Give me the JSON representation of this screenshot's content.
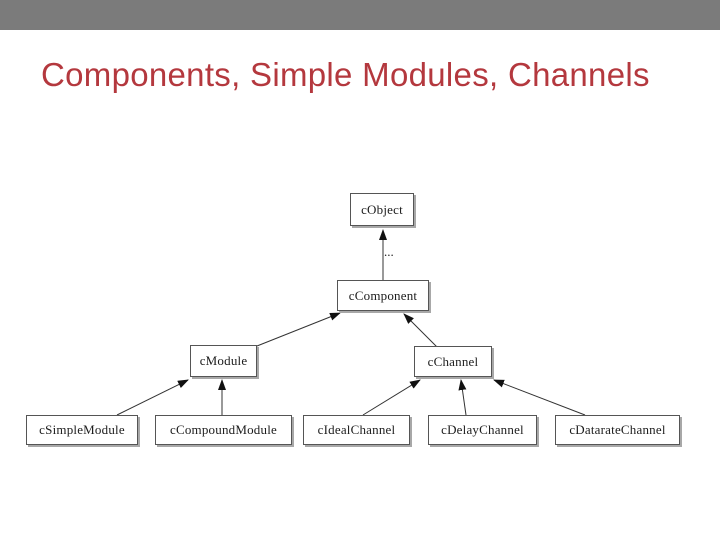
{
  "slide": {
    "title": "Components, Simple Modules, Channels"
  },
  "colors": {
    "title_text": "#B4383E",
    "top_bar": "#7B7B7B",
    "background": "#FFFFFF",
    "node_border": "#555555",
    "edge_line": "#333333",
    "arrowhead": "#111111"
  },
  "diagram": {
    "type": "class-inheritance-tree",
    "nodes": {
      "cobject": "cObject",
      "ccomponent": "cComponent",
      "cmodule": "cModule",
      "cchannel": "cChannel",
      "csimplemodule": "cSimpleModule",
      "ccompoundmodule": "cCompoundModule",
      "cidealchannel": "cIdealChannel",
      "cdelaychannel": "cDelayChannel",
      "cdataratechannel": "cDatarateChannel"
    },
    "ellipsis_label": "...",
    "edges": [
      {
        "from": "cComponent",
        "to": "cObject",
        "label": "..."
      },
      {
        "from": "cModule",
        "to": "cComponent",
        "label": ""
      },
      {
        "from": "cChannel",
        "to": "cComponent",
        "label": ""
      },
      {
        "from": "cSimpleModule",
        "to": "cModule",
        "label": ""
      },
      {
        "from": "cCompoundModule",
        "to": "cModule",
        "label": ""
      },
      {
        "from": "cIdealChannel",
        "to": "cChannel",
        "label": ""
      },
      {
        "from": "cDelayChannel",
        "to": "cChannel",
        "label": ""
      },
      {
        "from": "cDatarateChannel",
        "to": "cChannel",
        "label": ""
      }
    ]
  }
}
